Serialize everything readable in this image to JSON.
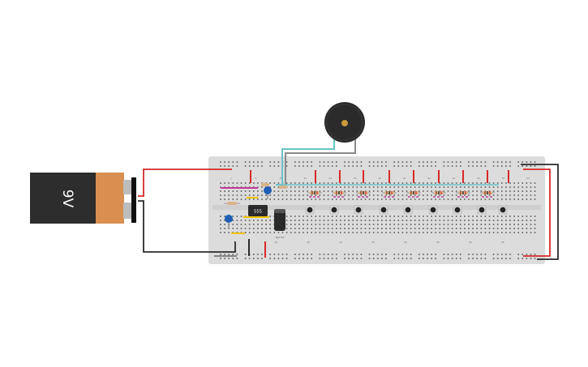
{
  "battery": {
    "label": "9V",
    "case_color": "#2d2d2d",
    "band_color": "#d98f4f",
    "terminal_color": "#cfcfcf"
  },
  "chip": {
    "label": "555",
    "color": "#2b2b2b"
  },
  "capacitor_label": "10µF 16V",
  "breadboard": {
    "color": "#dcdcdc",
    "hole_color": "#555555",
    "top_numbers": [
      "1",
      "5",
      "10",
      "15",
      "20",
      "25",
      "30",
      "35",
      "40",
      "45",
      "50",
      "55",
      "60"
    ],
    "bottom_numbers": [
      "30",
      "35",
      "40",
      "45",
      "50",
      "55",
      "60",
      "65"
    ]
  },
  "buzzer": {
    "body_color": "#2b2b2b",
    "center_color": "#c89a3a"
  },
  "buttons": {
    "count": 9
  },
  "wires": {
    "red": "#d62828",
    "black": "#2b2b2b",
    "teal": "#69c3c7",
    "gray": "#8a8a8a",
    "magenta": "#c03aa0",
    "yellow": "#f2c200"
  }
}
